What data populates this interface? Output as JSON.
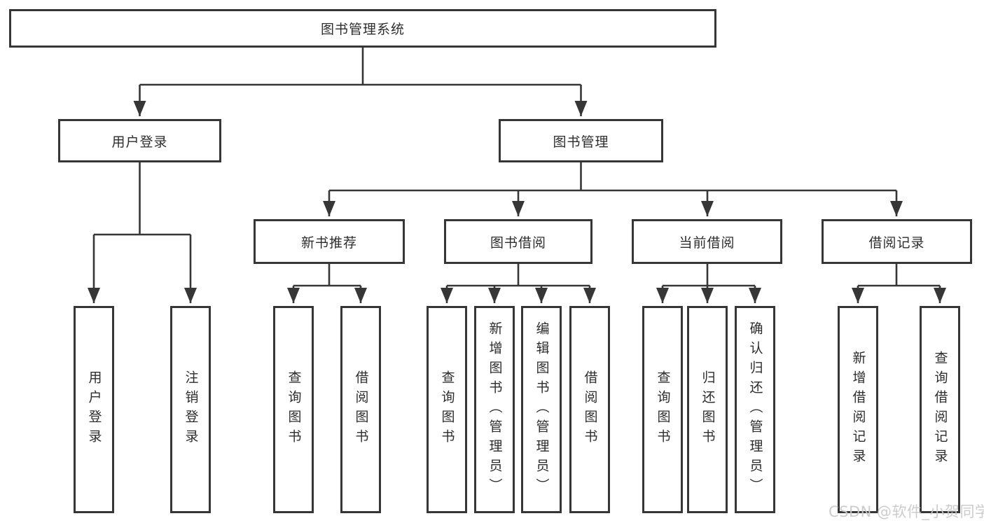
{
  "diagram": {
    "root": {
      "label": "图书管理系统"
    },
    "level2": [
      {
        "label": "用户登录"
      },
      {
        "label": "图书管理"
      }
    ],
    "level3": [
      {
        "label": "新书推荐"
      },
      {
        "label": "图书借阅"
      },
      {
        "label": "当前借阅"
      },
      {
        "label": "借阅记录"
      }
    ],
    "leaves": {
      "user_login": [
        {
          "label": "用户登录"
        },
        {
          "label": "注销登录"
        }
      ],
      "new_book_recommend": [
        {
          "label": "查询图书"
        },
        {
          "label": "借阅图书"
        }
      ],
      "book_borrow": [
        {
          "label": "查询图书"
        },
        {
          "label": "新增图书（管理员）"
        },
        {
          "label": "编辑图书（管理员）"
        },
        {
          "label": "借阅图书"
        }
      ],
      "current_borrow": [
        {
          "label": "查询图书"
        },
        {
          "label": "归还图书"
        },
        {
          "label": "确认归还（管理员）"
        }
      ],
      "borrow_records": [
        {
          "label": "新增借阅记录"
        },
        {
          "label": "查询借阅记录"
        }
      ]
    },
    "watermark": "CSDN @软件_小贺同学",
    "colors": {
      "line": "#363636",
      "text": "#2d2d2d",
      "background": "#ffffff",
      "watermark": "#c9c9c9"
    }
  }
}
